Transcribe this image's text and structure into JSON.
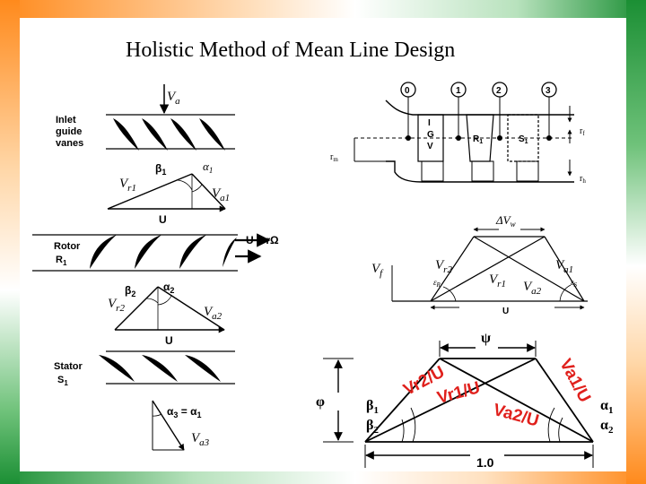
{
  "slide": {
    "title": "Holistic Method of Mean Line Design"
  },
  "left_diagram": {
    "va_top": "V",
    "va_top_sub": "a",
    "inlet_label_1": "Inlet",
    "inlet_label_2": "guide",
    "inlet_label_3": "vanes",
    "beta1": "β",
    "beta1_sub": "1",
    "alpha1": "α",
    "alpha1_sub": "1",
    "vr1": "V",
    "vr1_sub": "r1",
    "va1": "V",
    "va1_sub": "a1",
    "u1": "U",
    "rotor_label": "Rotor",
    "rotor_sub": "R",
    "rotor_sub_num": "1",
    "u_eq": "U = rΩ",
    "beta2": "β",
    "beta2_sub": "2",
    "alpha2": "α",
    "alpha2_sub": "2",
    "vr2": "V",
    "vr2_sub": "r2",
    "va2": "V",
    "va2_sub": "a2",
    "u2": "U",
    "stator_label": "Stator",
    "stator_sub": "S",
    "stator_sub_num": "1",
    "alpha3_eq": "α",
    "alpha3_sub": "3",
    "alpha3_rhs": " = α",
    "alpha3_rhs_sub": "1",
    "va3": "V",
    "va3_sub": "a3"
  },
  "stage_diagram": {
    "station_0": "0",
    "station_1": "1",
    "station_2": "2",
    "station_3": "3",
    "igv_1": "I",
    "igv_2": "G",
    "igv_3": "V",
    "r1_label": "R",
    "r1_sub": "1",
    "s1_label": "S",
    "s1_sub": "1",
    "rm": "r",
    "rm_sub": "m",
    "rt": "r",
    "rt_sub": "f",
    "rh": "r",
    "rh_sub": "h"
  },
  "velocity_triangle": {
    "dvw": "ΔV",
    "dvw_sub": "w",
    "vf": "V",
    "vf_sub": "f",
    "vr2": "V",
    "vr2_sub": "r2",
    "vr1": "V",
    "vr1_sub": "r1",
    "va2": "V",
    "va2_sub": "a2",
    "va1": "V",
    "va1_sub": "a1",
    "eps_r": "ε",
    "eps_r_sub": "R",
    "eps_s": "ε",
    "eps_s_sub": "S",
    "u": "U"
  },
  "nondim_triangle": {
    "psi": "ψ",
    "phi": "φ",
    "beta1": "β",
    "beta1_sub": "1",
    "beta2": "β",
    "beta2_sub": "2",
    "alpha1": "α",
    "alpha1_sub": "1",
    "alpha2": "α",
    "alpha2_sub": "2",
    "one": "1.0"
  },
  "annotations": {
    "vr2_u": "Vr2/U",
    "vr1_u": "Vr1/U",
    "va2_u": "Va2/U",
    "va1_u": "Va1/U"
  }
}
